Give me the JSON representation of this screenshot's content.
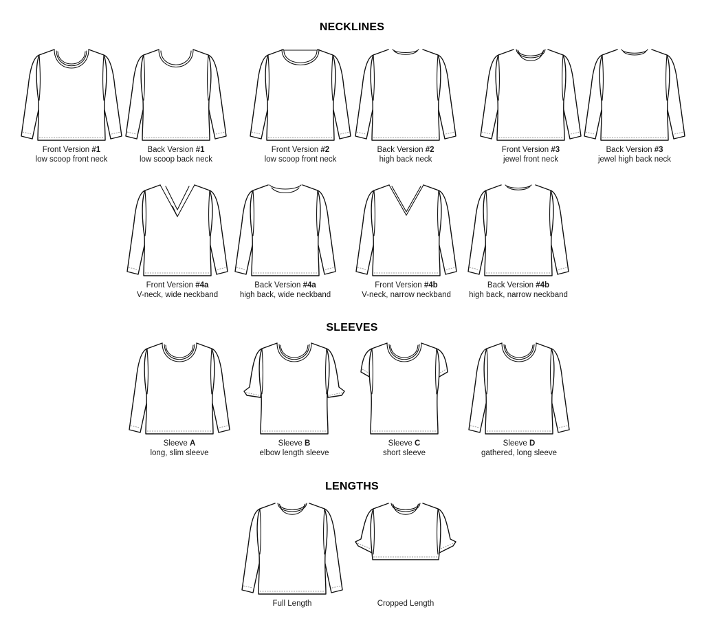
{
  "sections": {
    "necklines": {
      "title": "NECKLINES"
    },
    "sleeves": {
      "title": "SLEEVES"
    },
    "lengths": {
      "title": "LENGTHS"
    }
  },
  "necklines_row1": [
    {
      "prefix": "Front Version ",
      "code": "#1",
      "desc": "low scoop front neck",
      "neck": "scoop-low",
      "sleeve": "long",
      "length": "full"
    },
    {
      "prefix": "Back Version ",
      "code": "#1",
      "desc": "low scoop back neck",
      "neck": "scoop-low-back",
      "sleeve": "long",
      "length": "full"
    },
    {
      "prefix": "Front Version ",
      "code": "#2",
      "desc": "low scoop front neck",
      "neck": "scoop-low-wide",
      "sleeve": "long",
      "length": "full"
    },
    {
      "prefix": "Back Version ",
      "code": "#2",
      "desc": "high back neck",
      "neck": "high-back",
      "sleeve": "long",
      "length": "full"
    },
    {
      "prefix": "Front Version ",
      "code": "#3",
      "desc": "jewel front neck",
      "neck": "jewel",
      "sleeve": "long",
      "length": "full"
    },
    {
      "prefix": "Back Version ",
      "code": "#3",
      "desc": "jewel high back neck",
      "neck": "jewel-back",
      "sleeve": "long",
      "length": "full"
    }
  ],
  "necklines_row2": [
    {
      "prefix": "Front Version ",
      "code": "#4a",
      "desc": "V-neck, wide neckband",
      "neck": "v-wide",
      "sleeve": "long",
      "length": "full"
    },
    {
      "prefix": "Back Version ",
      "code": "#4a",
      "desc": "high back, wide neckband",
      "neck": "high-back-wide",
      "sleeve": "long",
      "length": "full"
    },
    {
      "prefix": "Front Version ",
      "code": "#4b",
      "desc": "V-neck, narrow neckband",
      "neck": "v-narrow",
      "sleeve": "long",
      "length": "full"
    },
    {
      "prefix": "Back Version ",
      "code": "#4b",
      "desc": "high back, narrow neckband",
      "neck": "high-back",
      "sleeve": "long",
      "length": "full"
    }
  ],
  "sleeves": [
    {
      "prefix": "Sleeve ",
      "code": "A",
      "desc": "long, slim sleeve",
      "neck": "scoop-low",
      "sleeve": "long",
      "length": "full"
    },
    {
      "prefix": "Sleeve ",
      "code": "B",
      "desc": "elbow length sleeve",
      "neck": "scoop-low",
      "sleeve": "elbow",
      "length": "full"
    },
    {
      "prefix": "Sleeve ",
      "code": "C",
      "desc": "short sleeve",
      "neck": "scoop-low",
      "sleeve": "short",
      "length": "full"
    },
    {
      "prefix": "Sleeve ",
      "code": "D",
      "desc": "gathered, long sleeve",
      "neck": "scoop-low",
      "sleeve": "gathered",
      "length": "full"
    }
  ],
  "lengths": [
    {
      "prefix": "Full Length",
      "code": "",
      "desc": "",
      "neck": "jewel",
      "sleeve": "long",
      "length": "full"
    },
    {
      "prefix": "Cropped Length",
      "code": "",
      "desc": "",
      "neck": "jewel",
      "sleeve": "elbow",
      "length": "cropped"
    }
  ],
  "colors": {
    "line": "#111111",
    "stitch": "#999999",
    "background": "#ffffff"
  }
}
